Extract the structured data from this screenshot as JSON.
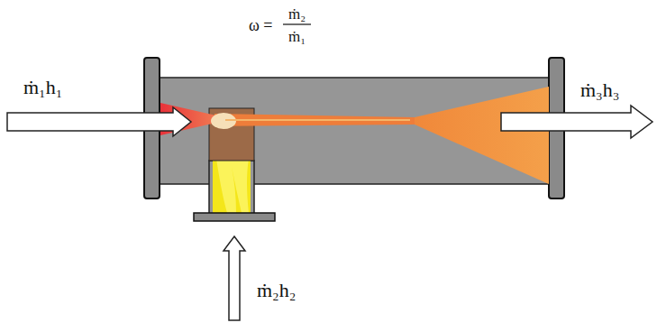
{
  "diagram": {
    "labels": [
      "ω =",
      "ṁ₂",
      "ṁ₁",
      "ṁ₁h₁",
      "ṁ₂h₂",
      "ṁ₃h₃"
    ]
  }
}
